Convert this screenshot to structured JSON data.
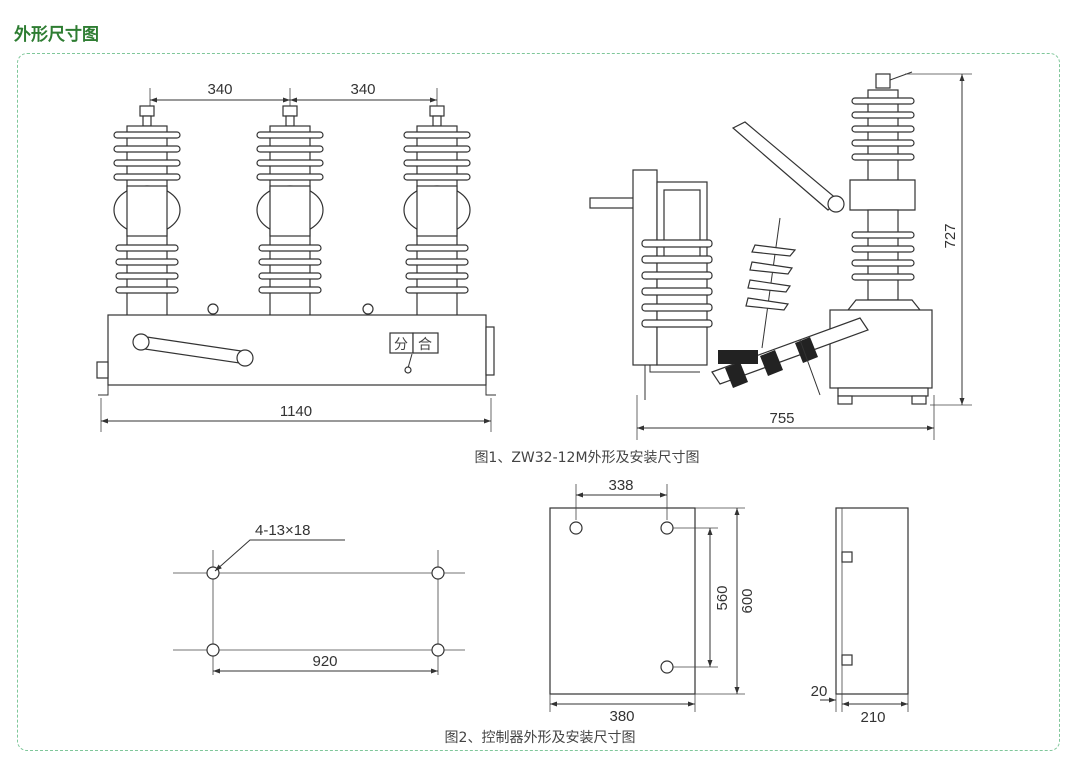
{
  "title": "外形尺寸图",
  "fig1": {
    "caption": "图1、ZW32-12M外形及安装尺寸图",
    "dim_pole_spacing_left": "340",
    "dim_pole_spacing_right": "340",
    "dim_width": "1140",
    "dim_side_depth": "755",
    "dim_side_height": "727",
    "label_open": "分",
    "label_close": "合"
  },
  "fig2": {
    "caption": "图2、控制器外形及安装尺寸图",
    "hole_note": "4-13×18",
    "dim_mount_width": "920",
    "dim_ctrl_hole_spacing": "338",
    "dim_ctrl_width": "380",
    "dim_ctrl_hole_height": "560",
    "dim_ctrl_height": "600",
    "dim_ctrl_side_offset": "20",
    "dim_ctrl_depth": "210"
  }
}
